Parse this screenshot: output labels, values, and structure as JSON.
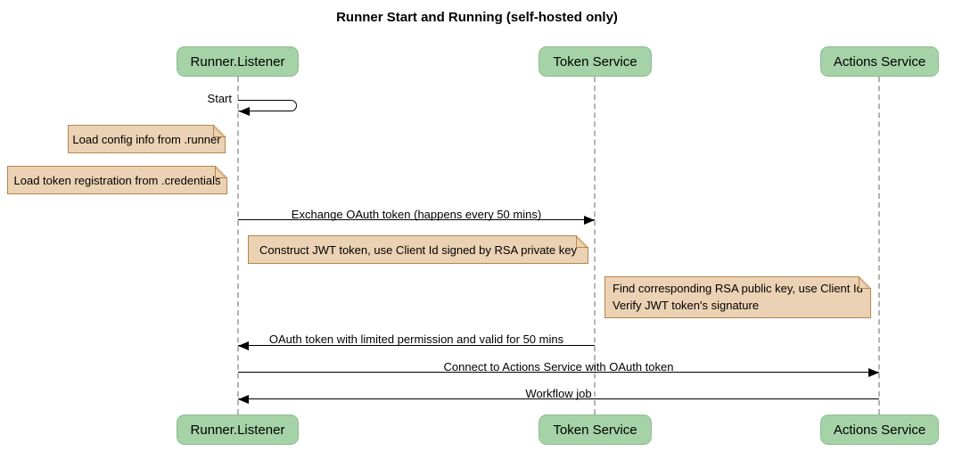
{
  "title": "Runner Start and Running (self-hosted only)",
  "participants": {
    "runner_listener": "Runner.Listener",
    "token_service": "Token Service",
    "actions_service": "Actions Service"
  },
  "messages": {
    "start": "Start",
    "exchange": "Exchange OAuth token (happens every 50 mins)",
    "oauth_return": "OAuth token with limited permission and valid for 50 mins",
    "connect": "Connect to Actions Service with OAuth token",
    "workflow": "Workflow job"
  },
  "notes": {
    "load_config": "Load config info from .runner",
    "load_token": "Load token registration from .credentials",
    "construct_jwt": "Construct JWT token, use Client Id signed by RSA private key",
    "find_rsa_line1": "Find corresponding RSA public key, use Client Id",
    "find_rsa_line2": "Verify JWT token's signature"
  },
  "colors": {
    "participant_fill": "#a5d3a7",
    "participant_border": "#8fbd91",
    "note_fill": "#ecd2b4",
    "note_border": "#b5854e",
    "note_fold": "#d8ae7e",
    "lifeline": "#b3b3b3",
    "message_line": "#000000",
    "background": "#ffffff"
  }
}
